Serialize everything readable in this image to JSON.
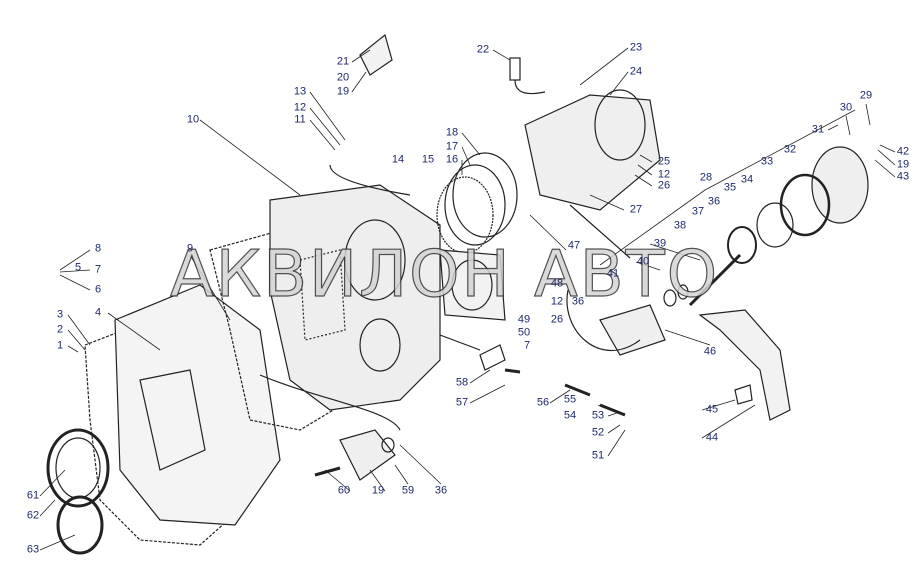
{
  "watermark": "АКВИЛОН АВТО",
  "part_labels": [
    "21",
    "20",
    "19",
    "22",
    "23",
    "24",
    "13",
    "12",
    "11",
    "10",
    "18",
    "17",
    "16",
    "14",
    "15",
    "25",
    "12",
    "26",
    "27",
    "29",
    "30",
    "31",
    "32",
    "33",
    "34",
    "35",
    "36",
    "37",
    "38",
    "28",
    "42",
    "19",
    "43",
    "39",
    "40",
    "41",
    "47",
    "48",
    "12",
    "36",
    "26",
    "49",
    "50",
    "46",
    "45",
    "44",
    "9",
    "8",
    "7",
    "6",
    "5",
    "4",
    "3",
    "2",
    "1",
    "7",
    "58",
    "57",
    "56",
    "55",
    "54",
    "53",
    "52",
    "51",
    "60",
    "19",
    "59",
    "36",
    "61",
    "62",
    "63"
  ],
  "colors": {
    "label": "#1f2a6b",
    "line": "#222222"
  }
}
